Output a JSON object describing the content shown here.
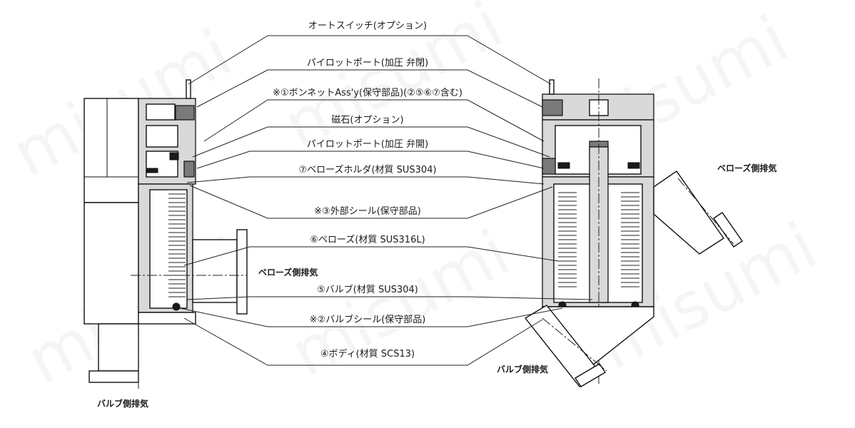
{
  "watermark": "misumi",
  "callouts": [
    {
      "id": "auto-switch",
      "text": "オートスイッチ(オプション)"
    },
    {
      "id": "pilot-port-1",
      "text": "パイロットポート(加圧 弁閉)"
    },
    {
      "id": "bonnet",
      "text": "※①ボンネットAss'y(保守部品)(②⑤⑥⑦含む)"
    },
    {
      "id": "magnet",
      "text": "磁石(オプション)"
    },
    {
      "id": "pilot-port-2",
      "text": "パイロットポート(加圧 弁開)"
    },
    {
      "id": "bellows-holder",
      "text": "⑦ベローズホルダ(材質 SUS304)"
    },
    {
      "id": "external-seal",
      "text": "※③外部シール(保守部品)"
    },
    {
      "id": "bellows",
      "text": "⑥ベローズ(材質 SUS316L)"
    },
    {
      "id": "valve",
      "text": "⑤バルブ(材質 SUS304)"
    },
    {
      "id": "valve-seal",
      "text": "※②バルブシール(保守部品)"
    },
    {
      "id": "body",
      "text": "④ボディ(材質 SCS13)"
    }
  ],
  "side_labels": {
    "bellows_exhaust_left": "ベローズ側排気",
    "bellows_exhaust_right": "ベローズ側排気",
    "valve_exhaust_left": "バルブ側排気",
    "valve_exhaust_right": "バルブ側排気"
  }
}
